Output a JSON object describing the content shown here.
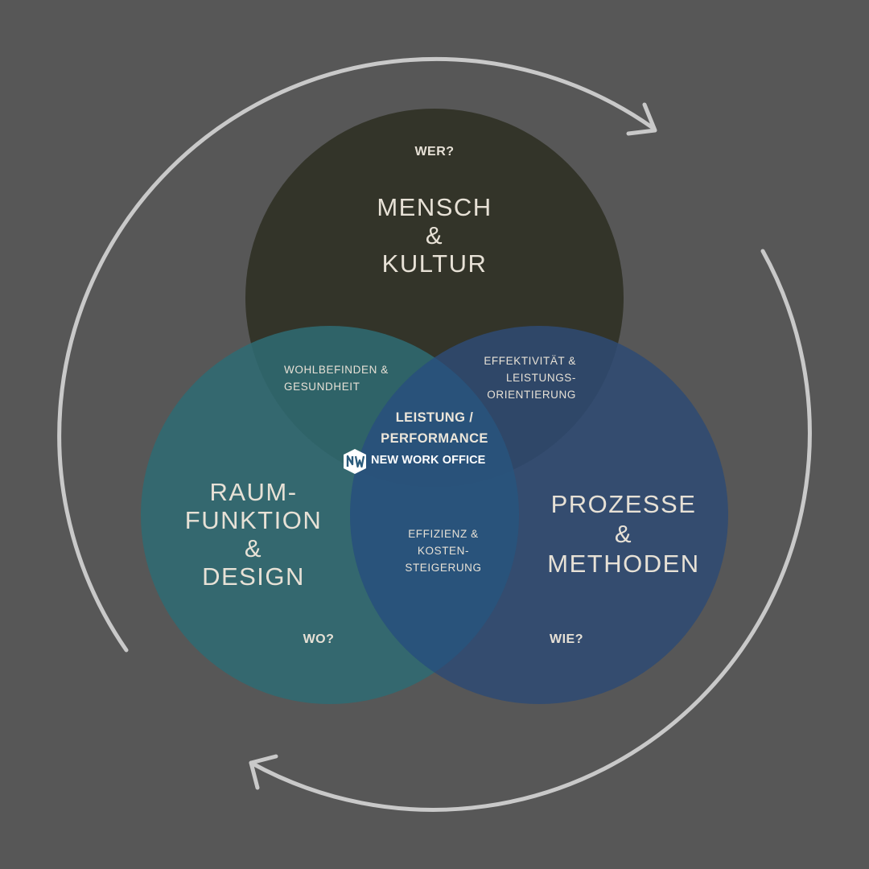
{
  "colors": {
    "background": "#575757",
    "circle_mensch": "#333429",
    "circle_raum": "#2f6b73",
    "circle_prozesse": "#2f4a73",
    "cycle_arrow": "#c9c9c9",
    "text": "#e7e1d6"
  },
  "circles": {
    "mensch": {
      "question": "WER?",
      "title": "MENSCH\n&\nKULTUR"
    },
    "raum": {
      "question": "WO?",
      "title": "RAUM-\nFUNKTION\n&\nDESIGN"
    },
    "prozesse": {
      "question": "WIE?",
      "title": "PROZESSE\n&\nMETHODEN"
    }
  },
  "overlaps": {
    "mensch_raum": "WOHLBEFINDEN &\nGESUNDHEIT",
    "mensch_prozesse": "EFFEKTIVITÄT &\nLEISTUNGS-\nORIENTIERUNG",
    "raum_prozesse": "EFFIZIENZ &\nKOSTEN-\nSTEIGERUNG"
  },
  "center": {
    "title": "LEISTUNG /\nPERFORMANCE",
    "logo_text": "NEW WORK OFFICE",
    "logo_icon": "new-work-office-logo-icon"
  }
}
